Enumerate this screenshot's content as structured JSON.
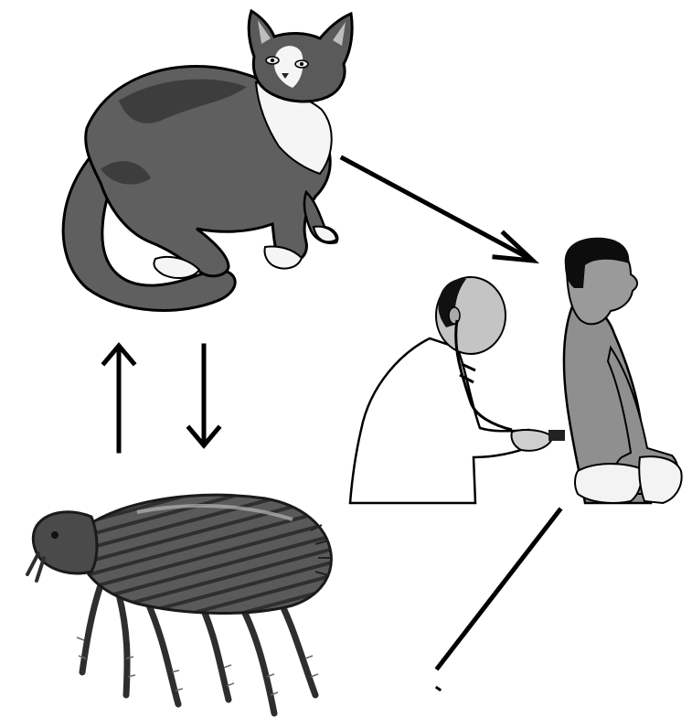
{
  "diagram": {
    "nodes": [
      {
        "id": "cat",
        "icon": "cat-illustration"
      },
      {
        "id": "doctor-patient",
        "icon": "doctor-examining-patient-illustration"
      },
      {
        "id": "flea",
        "icon": "flea-illustration"
      }
    ],
    "edges": [
      {
        "from": "cat",
        "to": "doctor-patient",
        "style": "arrow"
      },
      {
        "from": "cat",
        "to": "flea",
        "style": "arrow"
      },
      {
        "from": "flea",
        "to": "cat",
        "style": "arrow"
      },
      {
        "from": "doctor-patient",
        "to": "flea",
        "style": "line"
      }
    ],
    "colors": {
      "background": "#ffffff",
      "ink": "#000000",
      "cat_body": "#5f5f5f",
      "cat_dark": "#3d3d3d",
      "cat_white": "#f5f5f5",
      "patient_shirt": "#8f8f8f",
      "doctor_coat": "#ffffff",
      "flea_body": "#555555",
      "flea_dark": "#2e2e2e"
    }
  }
}
